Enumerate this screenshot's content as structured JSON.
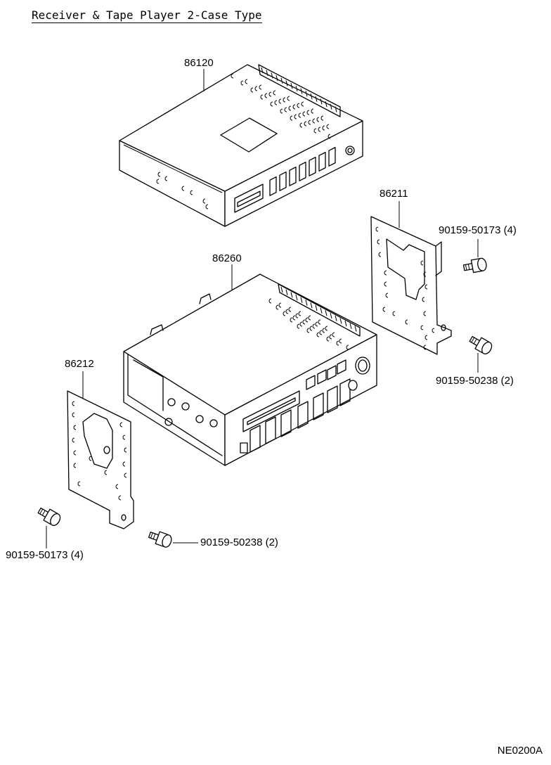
{
  "diagram": {
    "title": "Receiver & Tape Player 2-Case Type",
    "diagram_code": "NE0200A",
    "parts": [
      {
        "id": "receiver",
        "part_no": "86120",
        "icon": "receiver-unit"
      },
      {
        "id": "tape_player",
        "part_no": "86260",
        "icon": "tape-player-unit"
      },
      {
        "id": "bracket_right",
        "part_no": "86211",
        "icon": "mounting-bracket"
      },
      {
        "id": "bracket_left",
        "part_no": "86212",
        "icon": "mounting-bracket"
      },
      {
        "id": "screw_right_top",
        "part_no": "90159-50173 (4)",
        "icon": "screw"
      },
      {
        "id": "screw_right_bottom",
        "part_no": "90159-50238 (2)",
        "icon": "screw"
      },
      {
        "id": "screw_left_bottom",
        "part_no": "90159-50173 (4)",
        "icon": "screw"
      },
      {
        "id": "screw_center_bottom",
        "part_no": "90159-50238 (2)",
        "icon": "screw"
      }
    ]
  }
}
